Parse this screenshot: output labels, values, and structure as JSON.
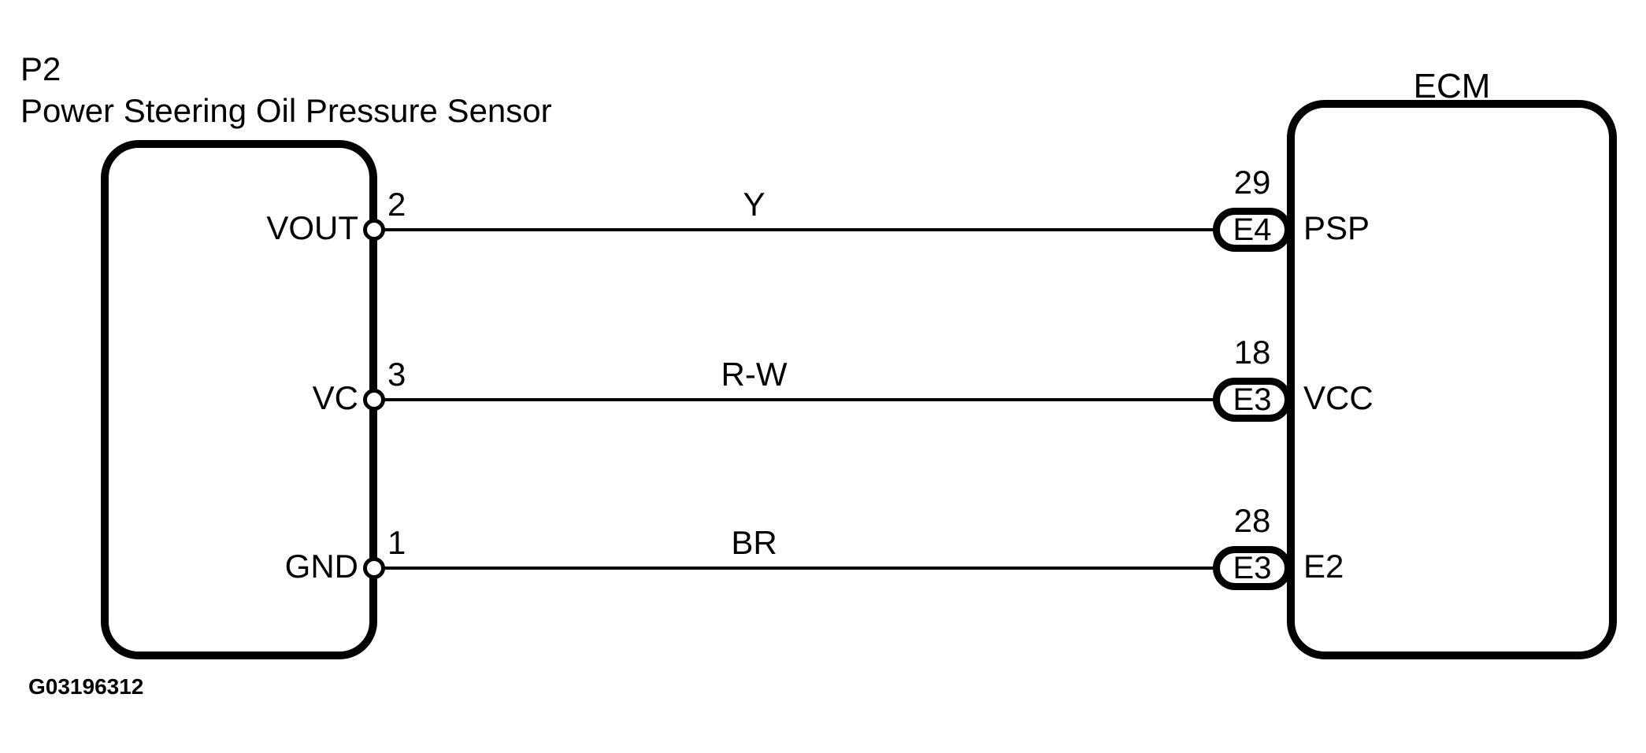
{
  "header": {
    "connector_id": "P2",
    "connector_name": "Power Steering Oil Pressure Sensor"
  },
  "ecm": {
    "label": "ECM"
  },
  "footer": {
    "figure_id": "G03196312"
  },
  "colors": {
    "line": "#000000",
    "background": "#ffffff"
  },
  "rows": [
    {
      "left_pin_label": "VOUT",
      "left_pin_number": "2",
      "wire_color_code": "Y",
      "ecm_terminal_number": "29",
      "ecm_connector_code": "E4",
      "ecm_pin_label": "PSP"
    },
    {
      "left_pin_label": "VC",
      "left_pin_number": "3",
      "wire_color_code": "R-W",
      "ecm_terminal_number": "18",
      "ecm_connector_code": "E3",
      "ecm_pin_label": "VCC"
    },
    {
      "left_pin_label": "GND",
      "left_pin_number": "1",
      "wire_color_code": "BR",
      "ecm_terminal_number": "28",
      "ecm_connector_code": "E3",
      "ecm_pin_label": "E2"
    }
  ]
}
